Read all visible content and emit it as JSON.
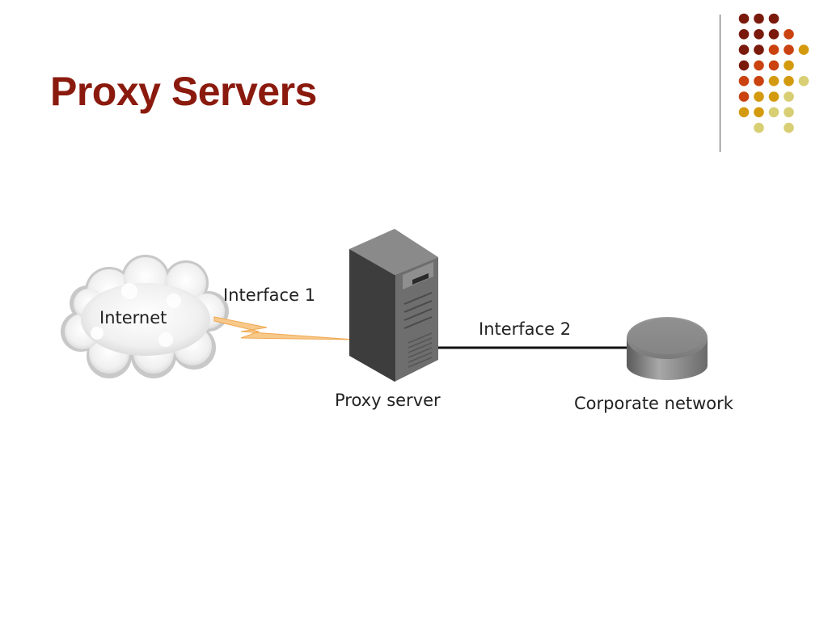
{
  "slide": {
    "title": "Proxy Servers"
  },
  "theme": {
    "title_color": "#8B1A0E",
    "dot_colors": [
      "#7A1A0C",
      "#C9420F",
      "#D49A0E",
      "#D8CE74"
    ]
  },
  "diagram": {
    "internet_label": "Internet",
    "interface1_label": "Interface 1",
    "interface2_label": "Interface 2",
    "proxy_label": "Proxy server",
    "corporate_label": "Corporate network",
    "icons": [
      "cloud-icon",
      "lightning-link-icon",
      "server-tower-icon",
      "network-disk-icon"
    ]
  }
}
